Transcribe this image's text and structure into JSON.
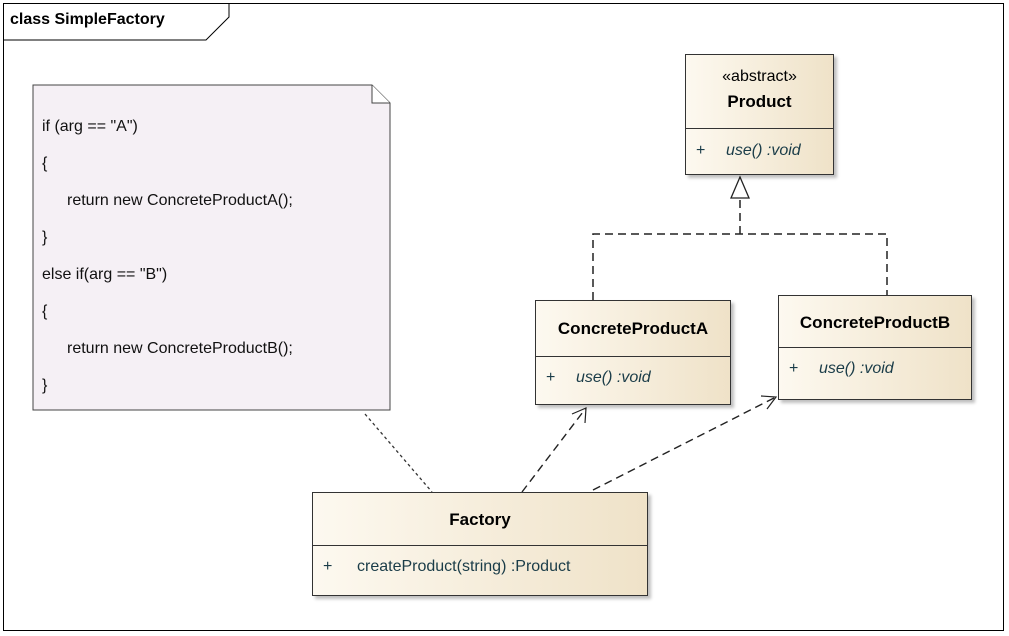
{
  "frame": {
    "title": "class SimpleFactory"
  },
  "note": {
    "lines": [
      "if (arg == \"A\")",
      "{",
      "return new ConcreteProductA();",
      "}",
      "else if(arg == \"B\")",
      "{",
      "return new ConcreteProductB();",
      "}"
    ]
  },
  "classes": {
    "product": {
      "stereotype": "«abstract»",
      "name": "Product",
      "op_visibility": "+",
      "op_signature": "use()  :void"
    },
    "concrete_a": {
      "name": "ConcreteProductA",
      "op_visibility": "+",
      "op_signature": "use()  :void"
    },
    "concrete_b": {
      "name": "ConcreteProductB",
      "op_visibility": "+",
      "op_signature": "use()  :void"
    },
    "factory": {
      "name": "Factory",
      "op_visibility": "+",
      "op_signature": "createProduct(string)  :Product"
    }
  },
  "colors": {
    "class_fill_light": "#fdf9f0",
    "class_fill_dark": "#efe2c8",
    "note_fill": "#f5f0f5",
    "operation_text": "#1a3c48"
  }
}
